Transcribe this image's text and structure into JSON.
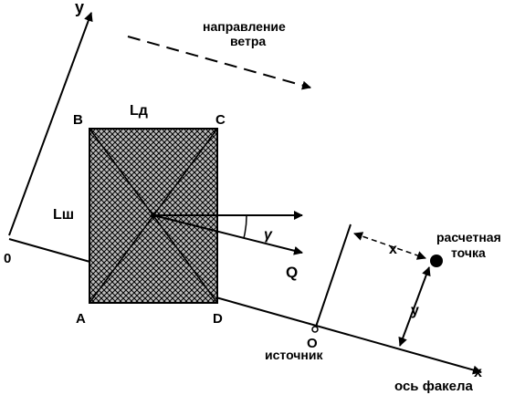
{
  "labels": {
    "axis_y": "y",
    "axis_x": "x",
    "origin": "0",
    "wind_line1": "направление",
    "wind_line2": "ветра",
    "corner_a": "A",
    "corner_b": "B",
    "corner_c": "C",
    "corner_d": "D",
    "length": "Lд",
    "width": "Lш",
    "angle": "γ",
    "flow": "Q",
    "source_point": "O",
    "source_label": "источник",
    "dist_x": "x",
    "dist_y": "y",
    "calc_line1": "расчетная",
    "calc_line2": "точка",
    "plume_axis": "ось факела"
  }
}
